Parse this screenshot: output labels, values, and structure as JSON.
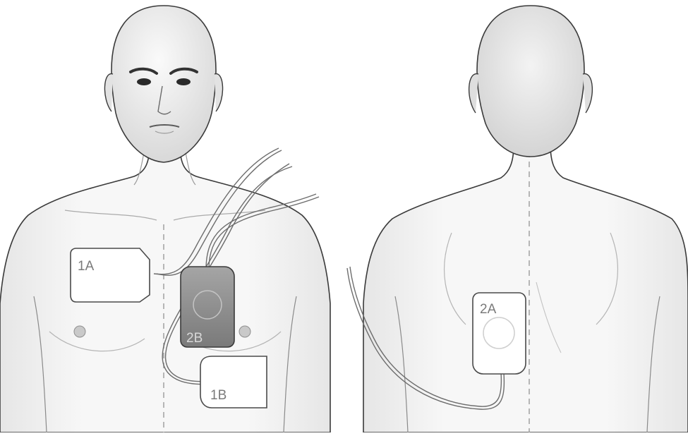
{
  "views": [
    {
      "name": "front"
    },
    {
      "name": "back"
    }
  ],
  "pads": {
    "pad_1a": {
      "label": "1A",
      "view": "front",
      "style": "light"
    },
    "pad_1b": {
      "label": "1B",
      "view": "front",
      "style": "light"
    },
    "pad_2b": {
      "label": "2B",
      "view": "front",
      "style": "shaded"
    },
    "pad_2a": {
      "label": "2A",
      "view": "back",
      "style": "light"
    }
  },
  "colors": {
    "skin": "#f2f2f2",
    "outline": "#3a3a3a",
    "shading": "#d9d9d9",
    "pad_light": "#ffffff",
    "pad_shaded": "#8f8f8f",
    "cable": "#6d6d6d",
    "midline": "#9a9a9a"
  }
}
